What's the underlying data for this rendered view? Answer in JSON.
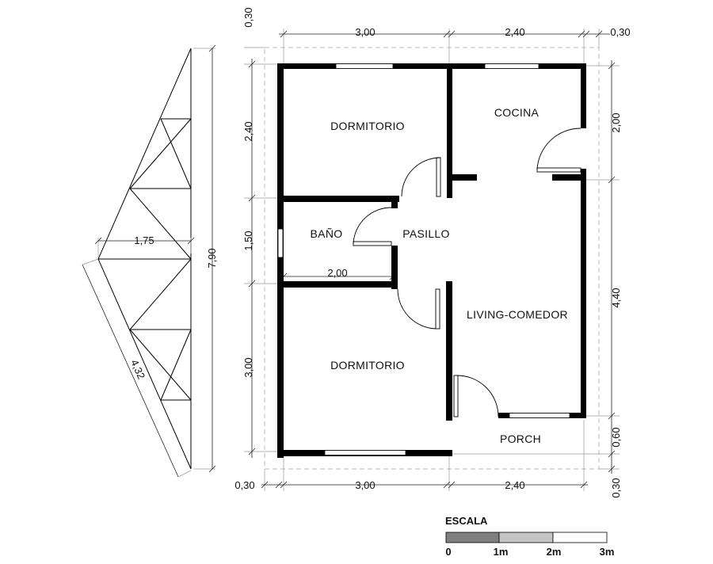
{
  "rooms": {
    "dormitorio_top": "DORMITORIO",
    "cocina": "COCINA",
    "bano": "BAÑO",
    "pasillo": "PASILLO",
    "living": "LIVING-COMEDOR",
    "dormitorio_bottom": "DORMITORIO",
    "porch": "PORCH"
  },
  "dimensions": {
    "top_left_width": "3,00",
    "top_right_width": "2,40",
    "top_right_margin": "0,30",
    "top_left_margin": "0,30",
    "left_upper": "2,40",
    "left_middle": "1,50",
    "left_lower": "3,00",
    "right_upper": "2,00",
    "right_middle": "4,40",
    "right_porch": "0,60",
    "right_bottom_margin": "0,30",
    "bottom_left_margin": "0,30",
    "bottom_left_width": "3,00",
    "bottom_right_width": "2,40",
    "bano_width": "2,00"
  },
  "truss": {
    "height": "7,90",
    "half_span": "1,75",
    "slope_length": "4,32"
  },
  "scale": {
    "title": "ESCALA",
    "labels": [
      "0",
      "1m",
      "2m",
      "3m"
    ],
    "colors": [
      "#7f7f7f",
      "#c4c4c4",
      "#ffffff"
    ]
  }
}
